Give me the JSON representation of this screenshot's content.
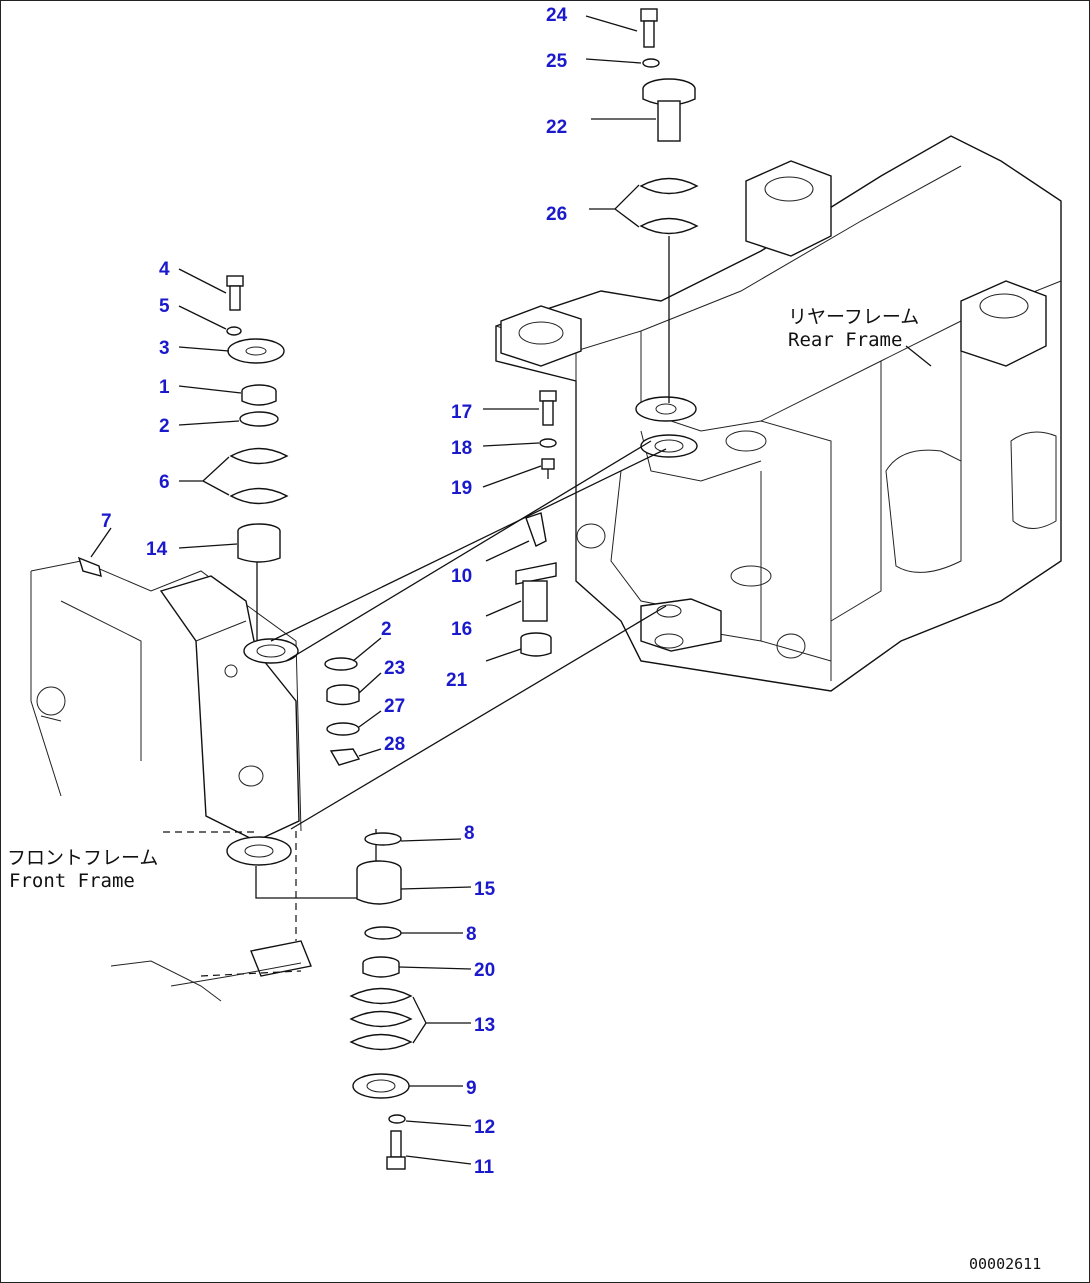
{
  "callouts": [
    {
      "id": "24",
      "text": "24"
    },
    {
      "id": "25",
      "text": "25"
    },
    {
      "id": "22",
      "text": "22"
    },
    {
      "id": "26",
      "text": "26"
    },
    {
      "id": "4",
      "text": "4"
    },
    {
      "id": "5",
      "text": "5"
    },
    {
      "id": "3",
      "text": "3"
    },
    {
      "id": "1",
      "text": "1"
    },
    {
      "id": "2a",
      "text": "2"
    },
    {
      "id": "6",
      "text": "6"
    },
    {
      "id": "7",
      "text": "7"
    },
    {
      "id": "14",
      "text": "14"
    },
    {
      "id": "17",
      "text": "17"
    },
    {
      "id": "18",
      "text": "18"
    },
    {
      "id": "19",
      "text": "19"
    },
    {
      "id": "10",
      "text": "10"
    },
    {
      "id": "16",
      "text": "16"
    },
    {
      "id": "21",
      "text": "21"
    },
    {
      "id": "2b",
      "text": "2"
    },
    {
      "id": "23",
      "text": "23"
    },
    {
      "id": "27",
      "text": "27"
    },
    {
      "id": "28",
      "text": "28"
    },
    {
      "id": "8a",
      "text": "8"
    },
    {
      "id": "15",
      "text": "15"
    },
    {
      "id": "8b",
      "text": "8"
    },
    {
      "id": "20",
      "text": "20"
    },
    {
      "id": "13",
      "text": "13"
    },
    {
      "id": "9",
      "text": "9"
    },
    {
      "id": "12",
      "text": "12"
    },
    {
      "id": "11",
      "text": "11"
    }
  ],
  "labels": {
    "rear_frame_jp": "リヤーフレーム",
    "rear_frame_en": "Rear Frame",
    "front_frame_jp": "フロントフレーム",
    "front_frame_en": "Front Frame"
  },
  "document_number": "00002611"
}
